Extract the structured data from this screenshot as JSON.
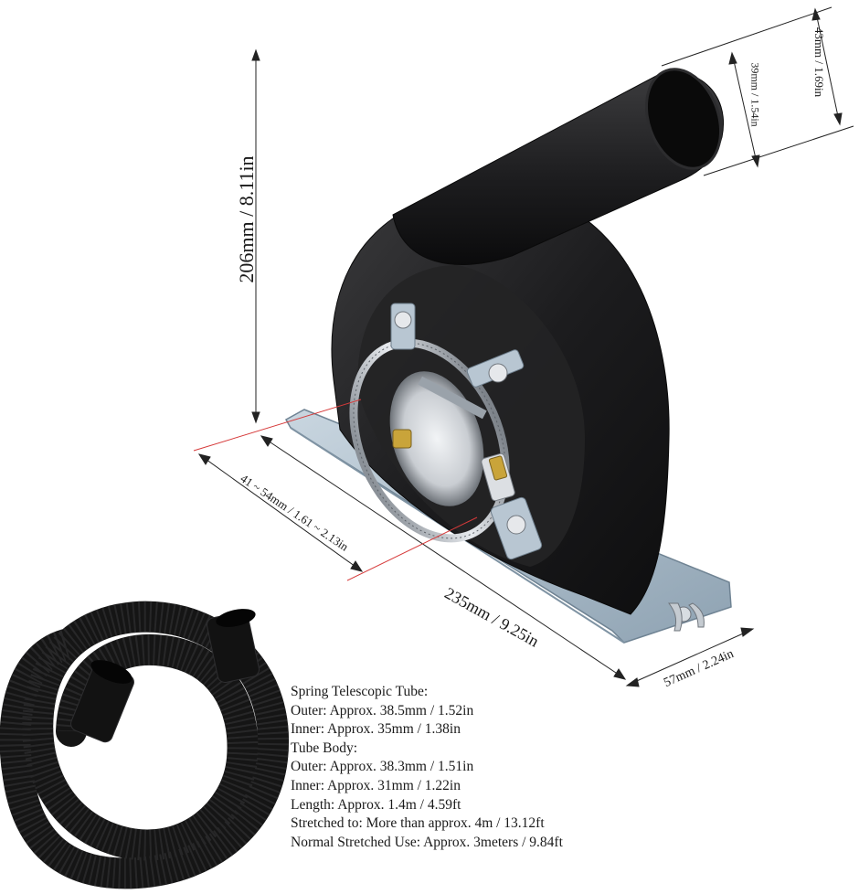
{
  "dimensions": {
    "height": "206mm / 8.11in",
    "outer_diameter": "43mm / 1.69in",
    "inner_diameter": "39mm / 1.54in",
    "clamp_range": "41 ~ 54mm / 1.61 ~ 2.13in",
    "length": "235mm / 9.25in",
    "width": "57mm / 2.24in"
  },
  "specs": [
    "Spring Telescopic Tube:",
    "Outer: Approx. 38.5mm / 1.52in",
    "Inner: Approx. 35mm / 1.38in",
    "Tube Body:",
    "Outer: Approx. 38.3mm / 1.51in",
    "Inner: Approx. 31mm / 1.22in",
    "Length: Approx. 1.4m / 4.59ft",
    "Stretched to: More than approx. 4m / 13.12ft",
    "Normal Stretched Use: Approx. 3meters / 9.84ft"
  ],
  "colors": {
    "shroud": "#1c1c1e",
    "base_plate": "#a9bccc",
    "clamp_band": "#b8bcc0",
    "hose": "#151515",
    "dimension_line": "#222222",
    "guide_line": "#d63a3a"
  }
}
